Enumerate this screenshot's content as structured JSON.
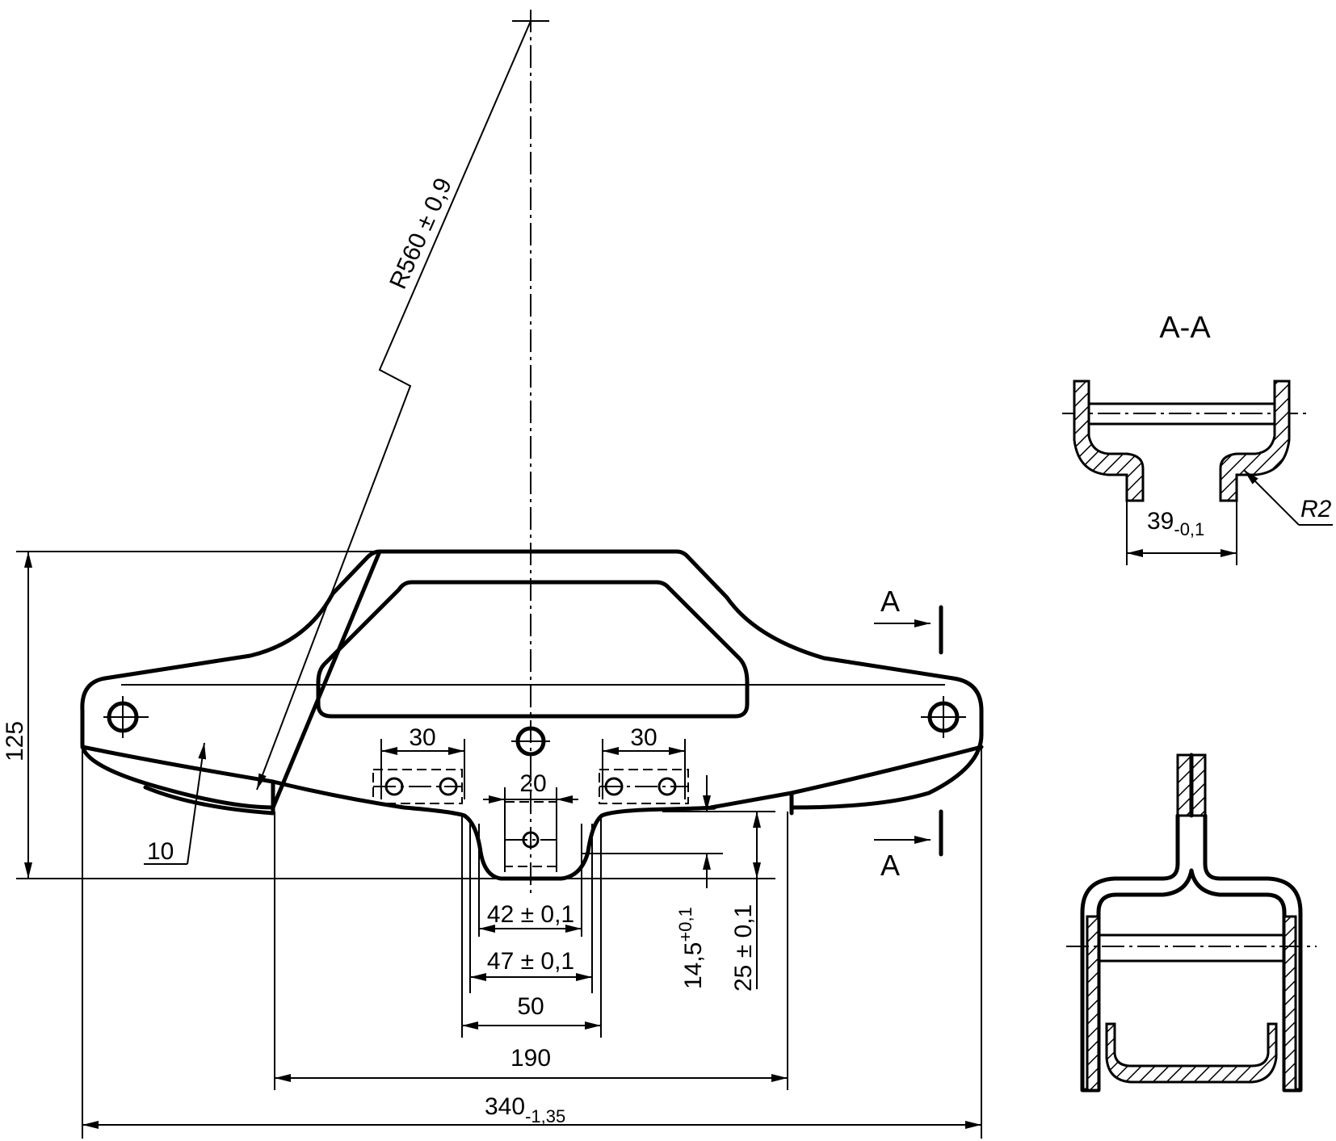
{
  "colors": {
    "ink": "#000000",
    "paper": "#ffffff"
  },
  "radius_label": "R560 ± 0,9",
  "section_title": "A-A",
  "section_letter_top": "A",
  "section_letter_bottom": "A",
  "dims": {
    "height_125": "125",
    "d30_left": "30",
    "d30_right": "30",
    "d20": "20",
    "d10": "10",
    "d42": "42 ± 0,1",
    "d47": "47 ± 0,1",
    "d50": "50",
    "d190": "190",
    "d340": "340",
    "d340_tol": "-1,35",
    "d14_5": "14,5",
    "d14_5_tol": "+0,1",
    "d25": "25 ± 0,1",
    "d39": "39",
    "d39_tol": "-0,1",
    "r2": "R2"
  }
}
